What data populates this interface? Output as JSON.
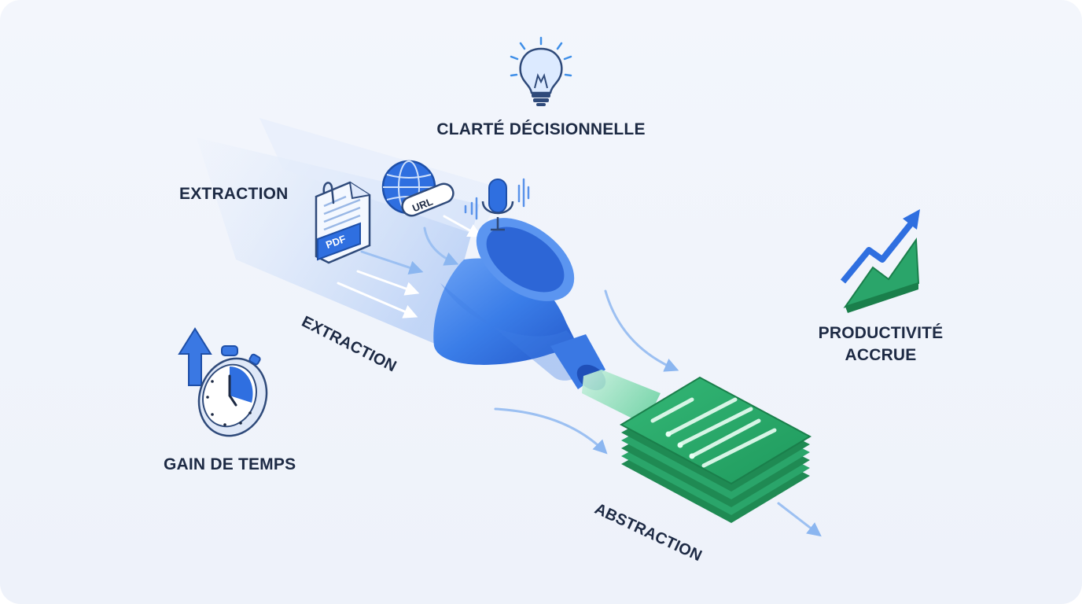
{
  "labels": {
    "clarity": "CLARTÉ DÉCISIONNELLE",
    "extraction_top": "EXTRACTION",
    "extraction_diag": "EXTRACTION",
    "time_gain": "GAIN DE TEMPS",
    "productivity_line1": "PRODUCTIVITÉ",
    "productivity_line2": "ACCRUE",
    "abstraction": "ABSTRACTION"
  },
  "inputs": {
    "pdf_tag": "PDF",
    "url_tag": "URL"
  },
  "icons": [
    "lightbulb-icon",
    "pdf-document-icon",
    "globe-url-icon",
    "microphone-icon",
    "funnel-icon",
    "summary-stack-icon",
    "stopwatch-icon",
    "growth-chart-icon"
  ],
  "colors": {
    "accent_blue": "#2f6fe0",
    "accent_green": "#2aa56a",
    "text_dark": "#1d2a44",
    "background": "#f1f4fb"
  }
}
